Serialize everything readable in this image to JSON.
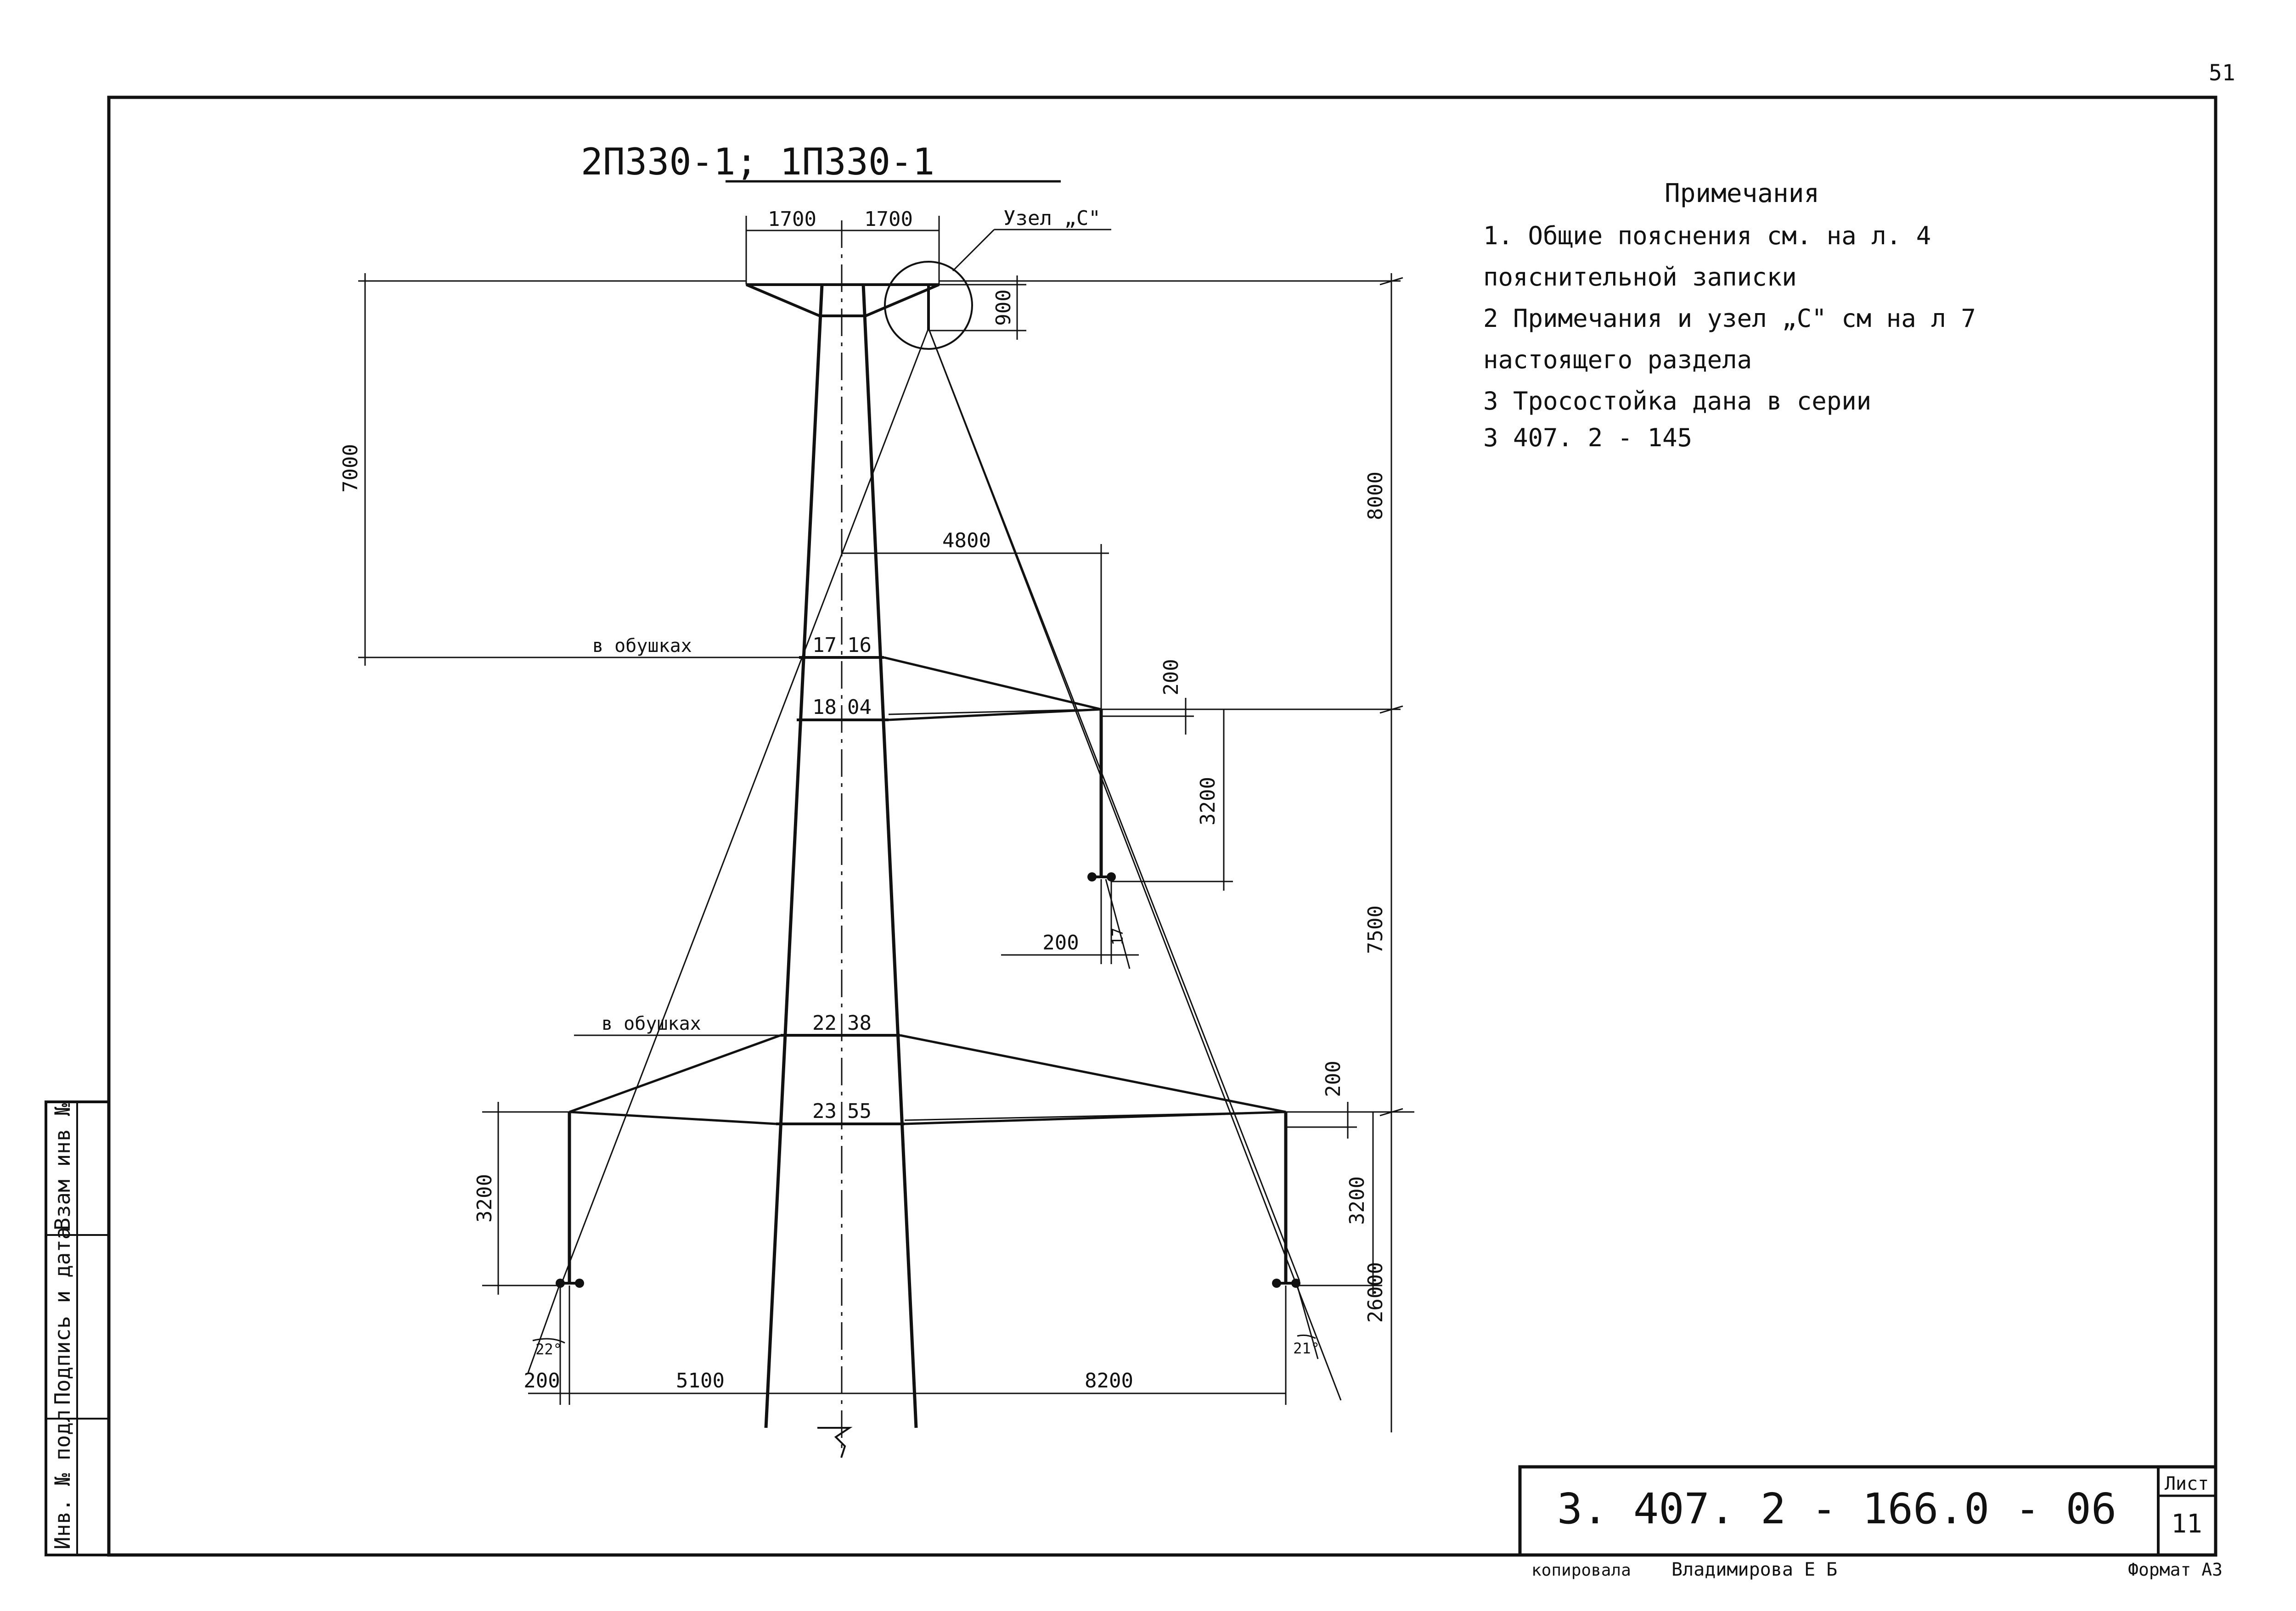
{
  "page_number": "51",
  "drawing": {
    "title": "2П330-1; 1П330-1",
    "node_label": "Узел „С\"",
    "dims": {
      "top_left": "1700",
      "top_right": "1700",
      "cap_height": "900",
      "left_height": "7000",
      "right_upper": "8000",
      "arm_reach": "4800",
      "gap_upper": "200",
      "insul_upper": "3200",
      "right_middle": "7500",
      "offset_upper": "200",
      "angle_upper": "17",
      "gap_lower": "200",
      "insul_lower_right": "3200",
      "right_lower": "26000",
      "insul_lower_left": "3200",
      "offset_lower_left": "200",
      "angle_lower_left": "22°",
      "angle_lower_right": "21°",
      "span_left": "5100",
      "span_right": "8200"
    },
    "upper_arm": {
      "label": "в обушках",
      "size_a_left": "17",
      "size_a_right": "16",
      "size_b_left": "18",
      "size_b_right": "04"
    },
    "lower_arm": {
      "label": "в обушках",
      "size_a_left": "22",
      "size_a_right": "38",
      "size_b_left": "23",
      "size_b_right": "55"
    }
  },
  "notes": {
    "heading": "Примечания",
    "lines": [
      "1. Общие пояснения см. на л. 4",
      "пояснительной записки",
      "2 Примечания и узел „С\" см на л 7",
      "настоящего раздела",
      "3 Тросостойка дана в серии",
      "3 407. 2 - 145"
    ]
  },
  "side_stamp": {
    "fields": [
      "Инв. № подл",
      "Подпись и дата",
      "Взам инв №"
    ]
  },
  "title_block": {
    "code": "3. 407. 2 - 166.0 - 06",
    "sheet_label": "Лист",
    "sheet_number": "11"
  },
  "footer": {
    "copied_label": "копировала",
    "copied_name": "Владимирова Е Б",
    "format": "Формат А3"
  }
}
